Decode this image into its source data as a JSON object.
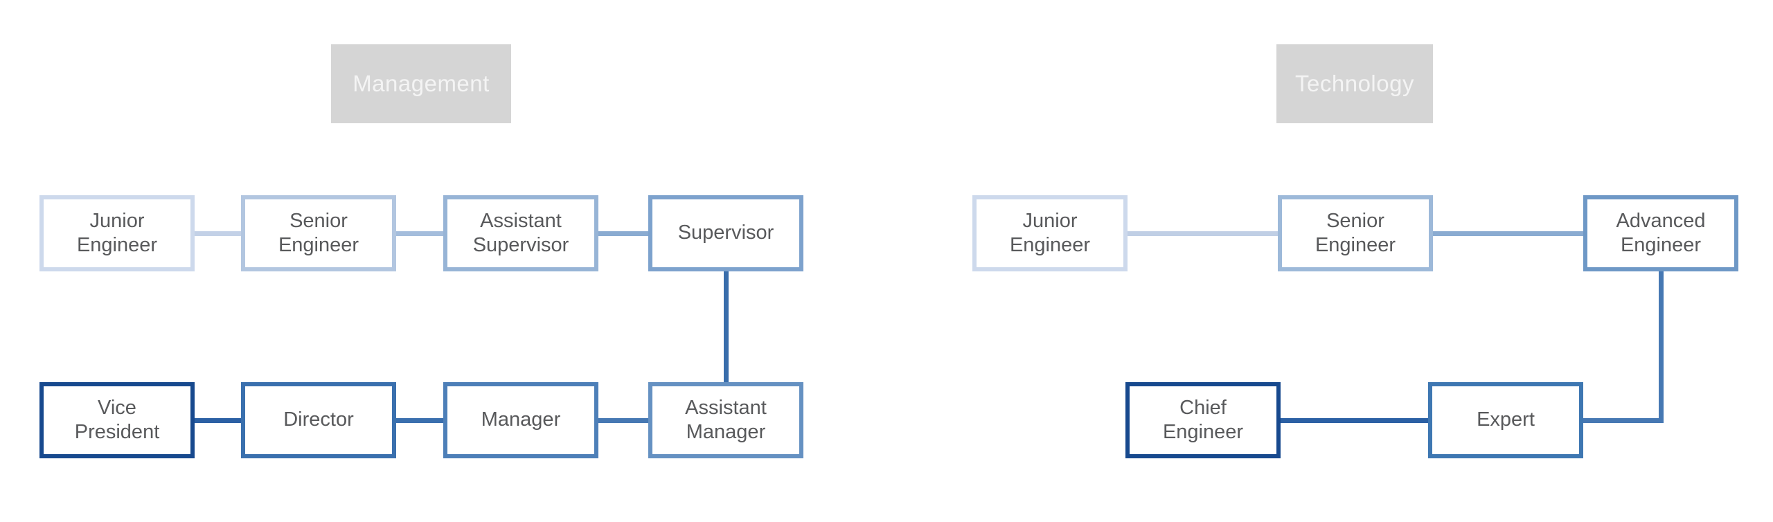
{
  "colors": {
    "page_bg": "#ffffff",
    "header_bg": "#d5d5d5",
    "header_text": "#f4f4f4",
    "box_bg": "#ffffff",
    "box_text": "#58595b"
  },
  "management": {
    "header": "Management",
    "nodes": {
      "junior_engineer": {
        "label": "Junior Engineer",
        "border": "#cdd9ec"
      },
      "senior_engineer": {
        "label": "Senior Engineer",
        "border": "#b2c6e0"
      },
      "assistant_supervisor": {
        "label": "Assistant Supervisor",
        "border": "#97b4d6"
      },
      "supervisor": {
        "label": "Supervisor",
        "border": "#7da2cd"
      },
      "assistant_manager": {
        "label": "Assistant Manager",
        "border": "#6591c2"
      },
      "manager": {
        "label": "Manager",
        "border": "#4d7fb8"
      },
      "director": {
        "label": "Director",
        "border": "#3a70ae"
      },
      "vice_president": {
        "label": "Vice President",
        "border": "#17498e"
      }
    },
    "links": {
      "junior_senior": "#c3d1e7",
      "senior_assistant_supervisor": "#a4bddc",
      "assistant_supervisor_supervisor": "#8aabd1",
      "supervisor_assistant_manager": "#396dab",
      "assistant_manager_manager": "#4678b3",
      "manager_director": "#3a6fae",
      "director_vice_president": "#2b60a4"
    }
  },
  "technology": {
    "header": "Technology",
    "nodes": {
      "junior_engineer": {
        "label": "Junior Engineer",
        "border": "#cdd9ec"
      },
      "senior_engineer": {
        "label": "Senior Engineer",
        "border": "#9db9d9"
      },
      "advanced_engineer": {
        "label": "Advanced Engineer",
        "border": "#6e98c6"
      },
      "expert": {
        "label": "Expert",
        "border": "#3e77b2"
      },
      "chief_engineer": {
        "label": "Chief Engineer",
        "border": "#17498e"
      }
    },
    "links": {
      "junior_senior": "#c0cfe5",
      "senior_advanced": "#8aabd1",
      "advanced_expert": "#4678b3",
      "expert_chief": "#2b60a4"
    }
  }
}
